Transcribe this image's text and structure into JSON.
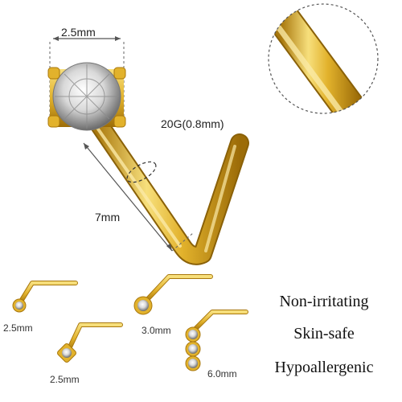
{
  "main_product": {
    "gem_width_label": "2.5mm",
    "gauge_label": "20G(0.8mm)",
    "post_length_label": "7mm"
  },
  "variants": [
    {
      "size_label": "2.5mm",
      "style": "single-round-stone"
    },
    {
      "size_label": "3.0mm",
      "style": "single-round-stone"
    },
    {
      "size_label": "2.5mm",
      "style": "single-square-stone"
    },
    {
      "size_label": "6.0mm",
      "style": "triple-stone"
    }
  ],
  "features": [
    "Non-irritating",
    "Skin-safe",
    "Hypoallergenic"
  ],
  "colors": {
    "gold_light": "#f7df7c",
    "gold_mid": "#e2b22c",
    "gold_dark": "#a9780d",
    "background": "#ffffff"
  }
}
